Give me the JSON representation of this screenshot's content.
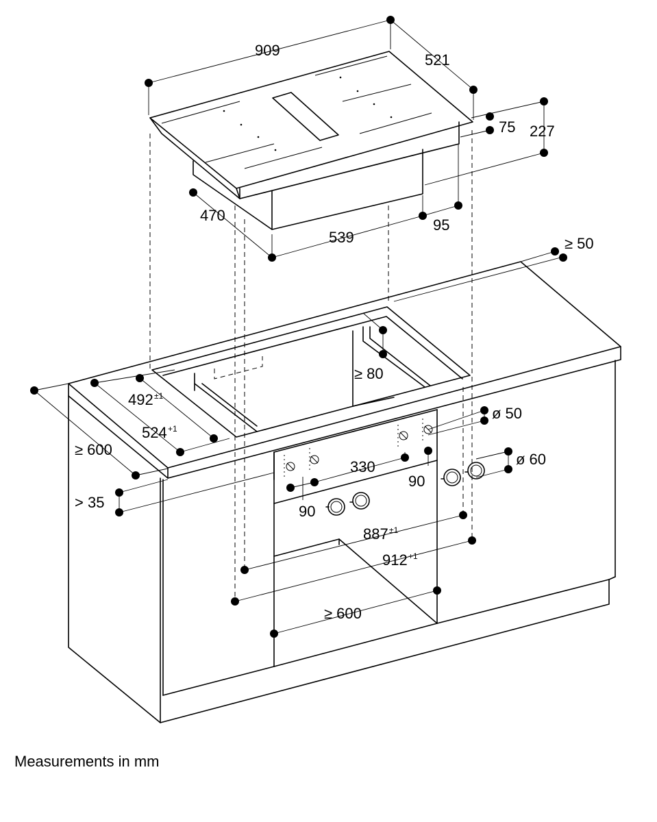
{
  "footer_note": "Measurements in mm",
  "dimensions": {
    "appliance_width": "909",
    "appliance_depth": "521",
    "glass_thickness": "75",
    "total_height": "227",
    "housing_depth": "470",
    "housing_width": "539",
    "housing_offset": "95",
    "min_rear_clearance": "≥ 50",
    "min_side_clearance": "≥ 80",
    "cutout_depth": "492",
    "cutout_depth_tolerance": "±1",
    "flush_cutout_depth": "524",
    "flush_cutout_tolerance": "+1",
    "min_worktop_depth": "≥ 600",
    "min_worktop_thickness": "> 35",
    "knob_hole_diameter": "ø 50",
    "knob_diameter": "ø 60",
    "knob_spacing": "330",
    "knob_pair_spacing_left": "90",
    "knob_pair_spacing_right": "90",
    "cutout_width": "887",
    "cutout_width_tolerance": "±1",
    "flush_cutout_width": "912",
    "flush_cutout_width_tolerance": "+1",
    "min_cabinet_width": "≥ 600"
  }
}
